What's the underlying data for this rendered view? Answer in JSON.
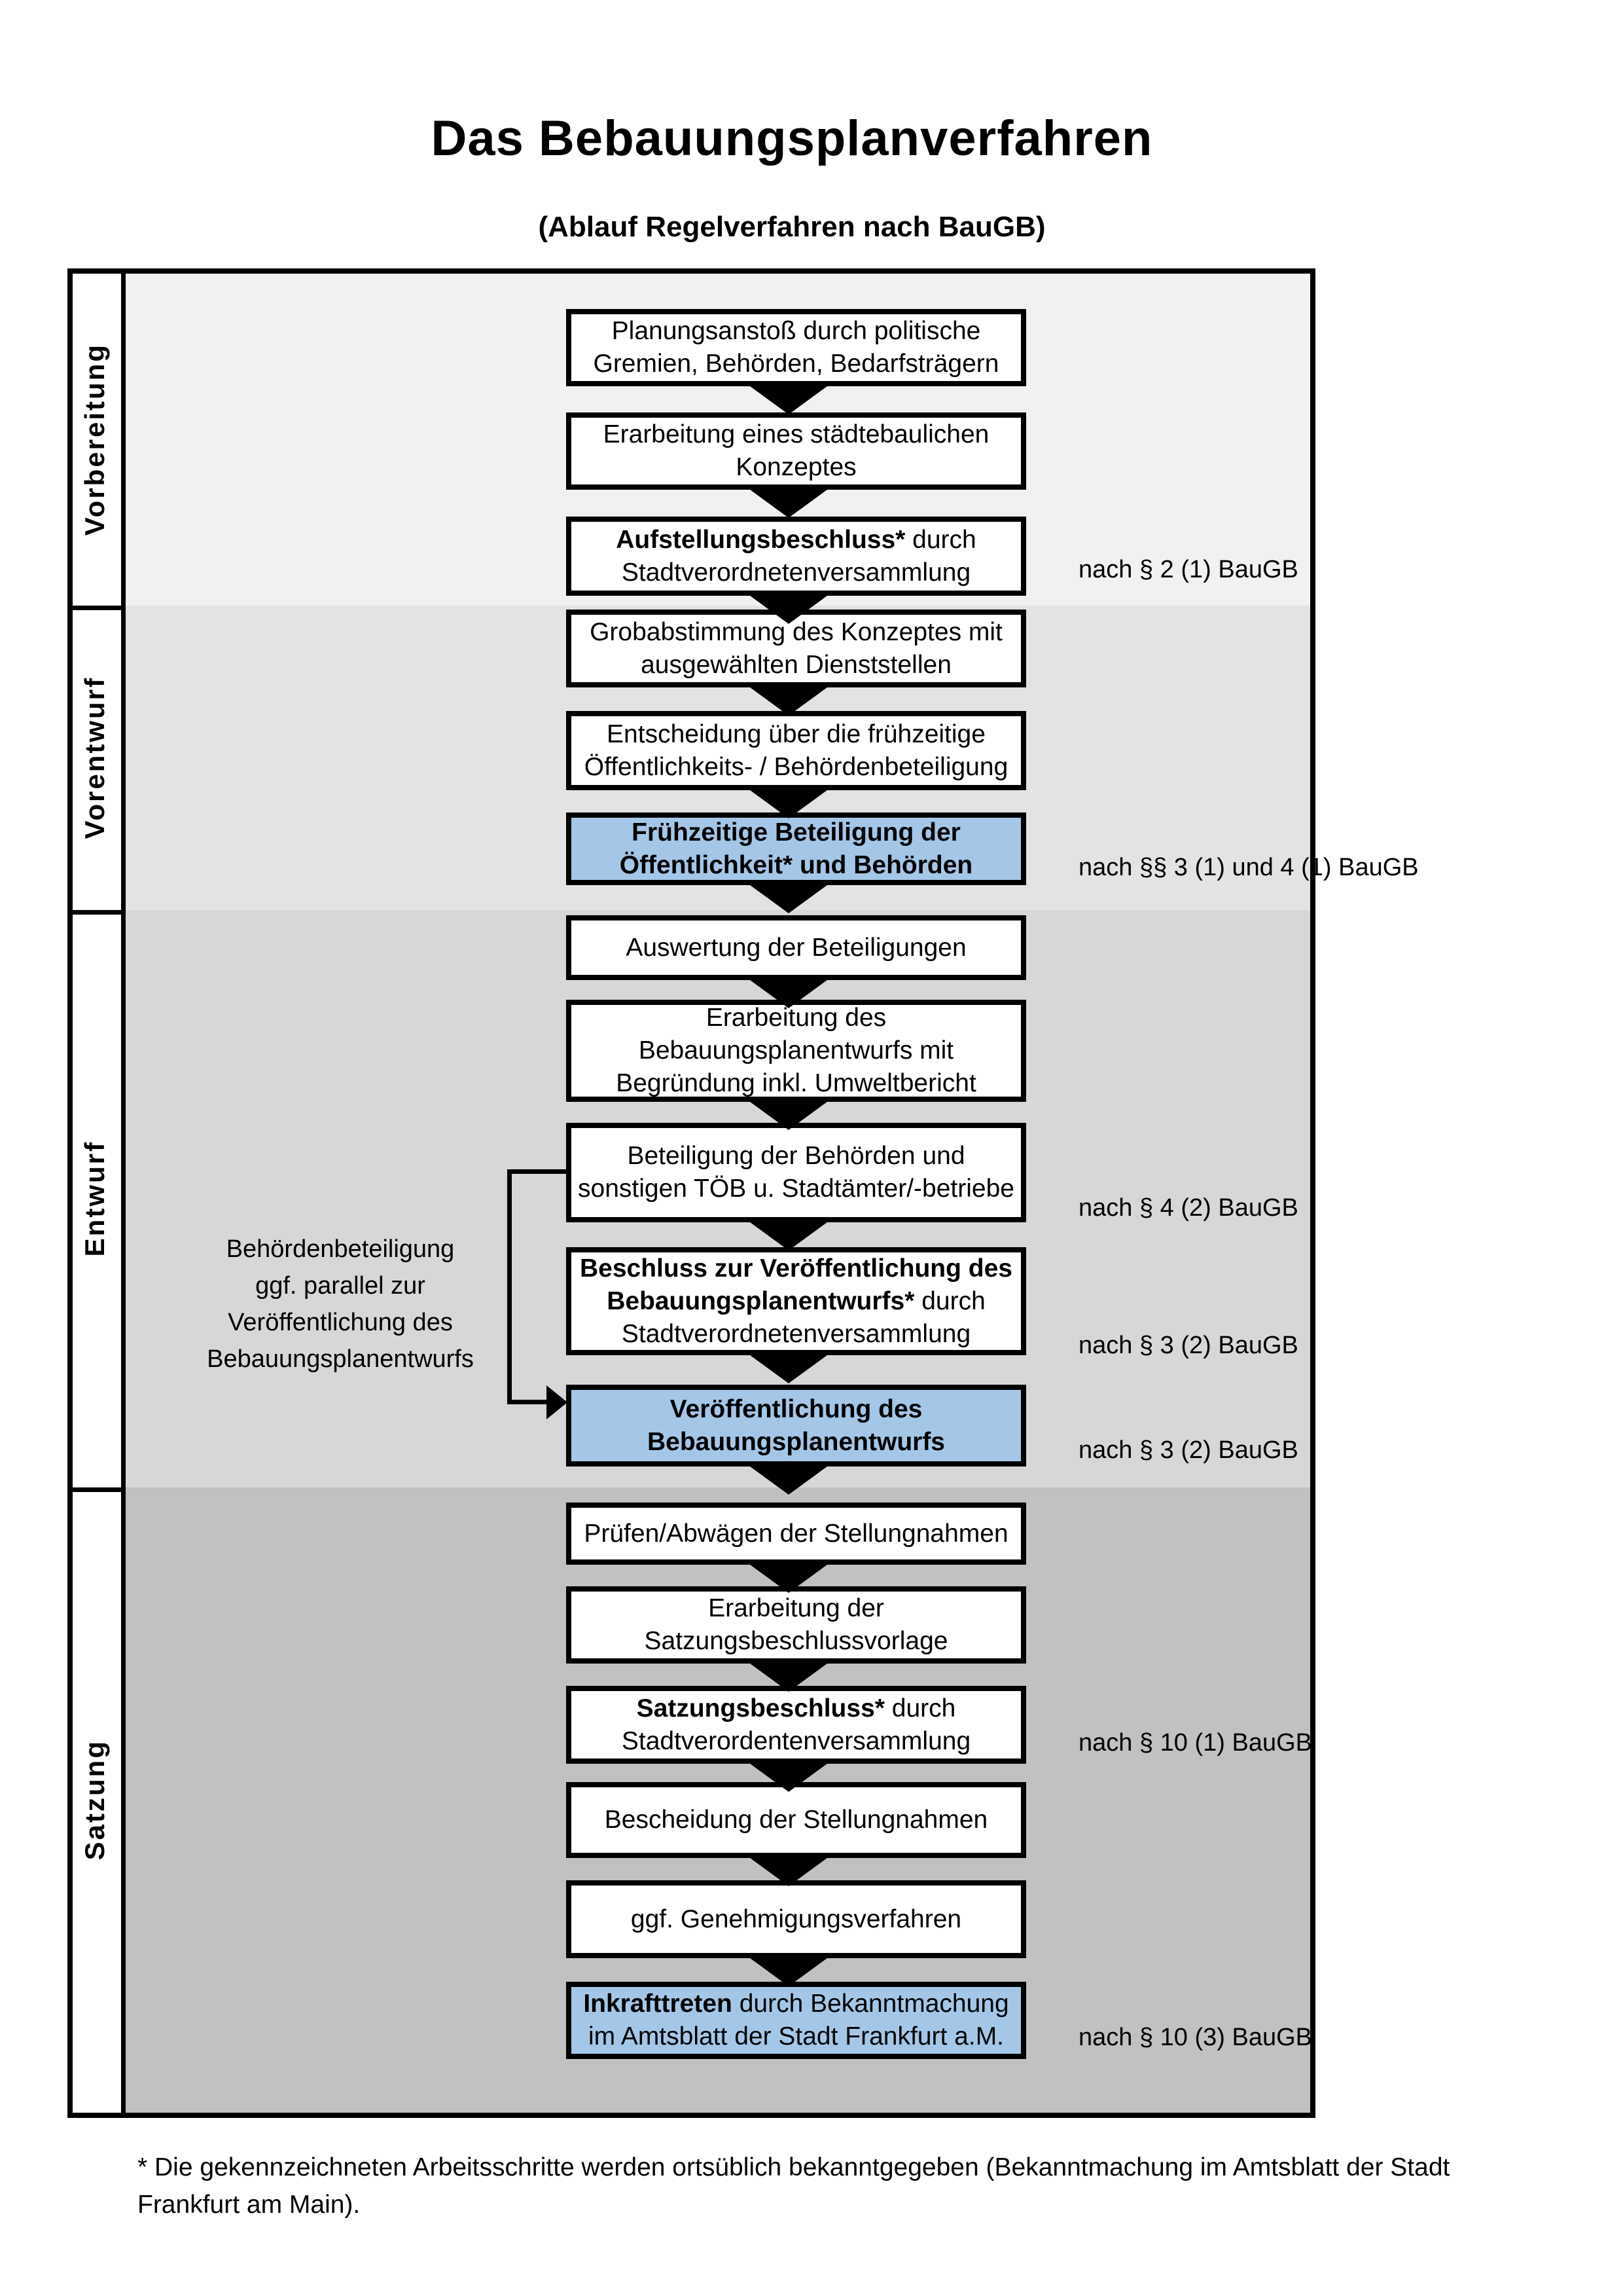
{
  "title": "Das Bebauungsplanverfahren",
  "subtitle": "(Ablauf Regelverfahren nach BauGB)",
  "phases": [
    {
      "label": "Vorbereitung"
    },
    {
      "label": "Vorentwurf"
    },
    {
      "label": "Entwurf"
    },
    {
      "label": "Satzung"
    }
  ],
  "flow": {
    "boxes": [
      {
        "l1r": "Planungsanstoß durch politische",
        "l2r": "Gremien, Behörden, Bedarfsträgern"
      },
      {
        "l1r": "Erarbeitung eines städtebaulichen",
        "l2r": "Konzeptes"
      },
      {
        "l1b": "Aufstellungsbeschluss*",
        "l1r": " durch",
        "l2r": "Stadtverordnetenversammlung"
      },
      {
        "l1r": "Grobabstimmung des Konzeptes mit",
        "l2r": "ausgewählten Dienststellen"
      },
      {
        "l1r": "Entscheidung über die frühzeitige",
        "l2r": "Öffentlichkeits- / Behördenbeteiligung"
      },
      {
        "l1b": "Frühzeitige Beteiligung der",
        "l2b": "Öffentlichkeit* und Behörden"
      },
      {
        "l1r": "Auswertung der Beteiligungen"
      },
      {
        "l1r": "Erarbeitung des",
        "l2r": "Bebauungsplanentwurfs mit",
        "l3r": "Begründung inkl. Umweltbericht"
      },
      {
        "l1r": "Beteiligung der Behörden und",
        "l2r": "sonstigen TÖB u. Stadtämter/-betriebe"
      },
      {
        "l1b": "Beschluss zur Veröffentlichung des",
        "l2b": "Bebauungsplanentwurfs*",
        "l2r": " durch",
        "l3r": "Stadtverordnetenversammlung"
      },
      {
        "l1b": "Veröffentlichung des",
        "l2b": "Bebauungsplanentwurfs"
      },
      {
        "l1r": "Prüfen/Abwägen der Stellungnahmen"
      },
      {
        "l1r": "Erarbeitung der",
        "l2r": "Satzungsbeschlussvorlage"
      },
      {
        "l1b": "Satzungsbeschluss*",
        "l1r": " durch",
        "l2r": "Stadtverordentenversammlung"
      },
      {
        "l1r": "Bescheidung der Stellungnahmen"
      },
      {
        "l1r": "ggf. Genehmigungsverfahren"
      },
      {
        "l1b": "Inkrafttreten",
        "l1r": " durch Bekanntmachung",
        "l2r": "im Amtsblatt der Stadt Frankfurt a.M."
      }
    ]
  },
  "law_refs": [
    "nach § 2 (1) BauGB",
    "nach §§ 3 (1) und 4 (1) BauGB",
    "nach § 4 (2) BauGB",
    "nach § 3 (2) BauGB",
    "nach § 3 (2) BauGB",
    "nach § 10 (1) BauGB",
    "nach § 10 (3) BauGB"
  ],
  "side_note": {
    "l1": "Behördenbeteiligung",
    "l2": "ggf. parallel zur",
    "l3": "Veröffentlichung des",
    "l4": "Bebauungsplanentwurfs"
  },
  "footnote": {
    "l1": "* Die gekennzeichneten Arbeitsschritte werden ortsüblich bekanntgegeben (Bekanntmachung im Amtsblatt  der Stadt",
    "l2": "Frankfurt am Main)."
  },
  "colors": {
    "highlight_blue": "#a4c7e8",
    "section_backgrounds": [
      "#f1f1f1",
      "#e3e3e3",
      "#d7d7d7",
      "#c1c1c1"
    ]
  }
}
